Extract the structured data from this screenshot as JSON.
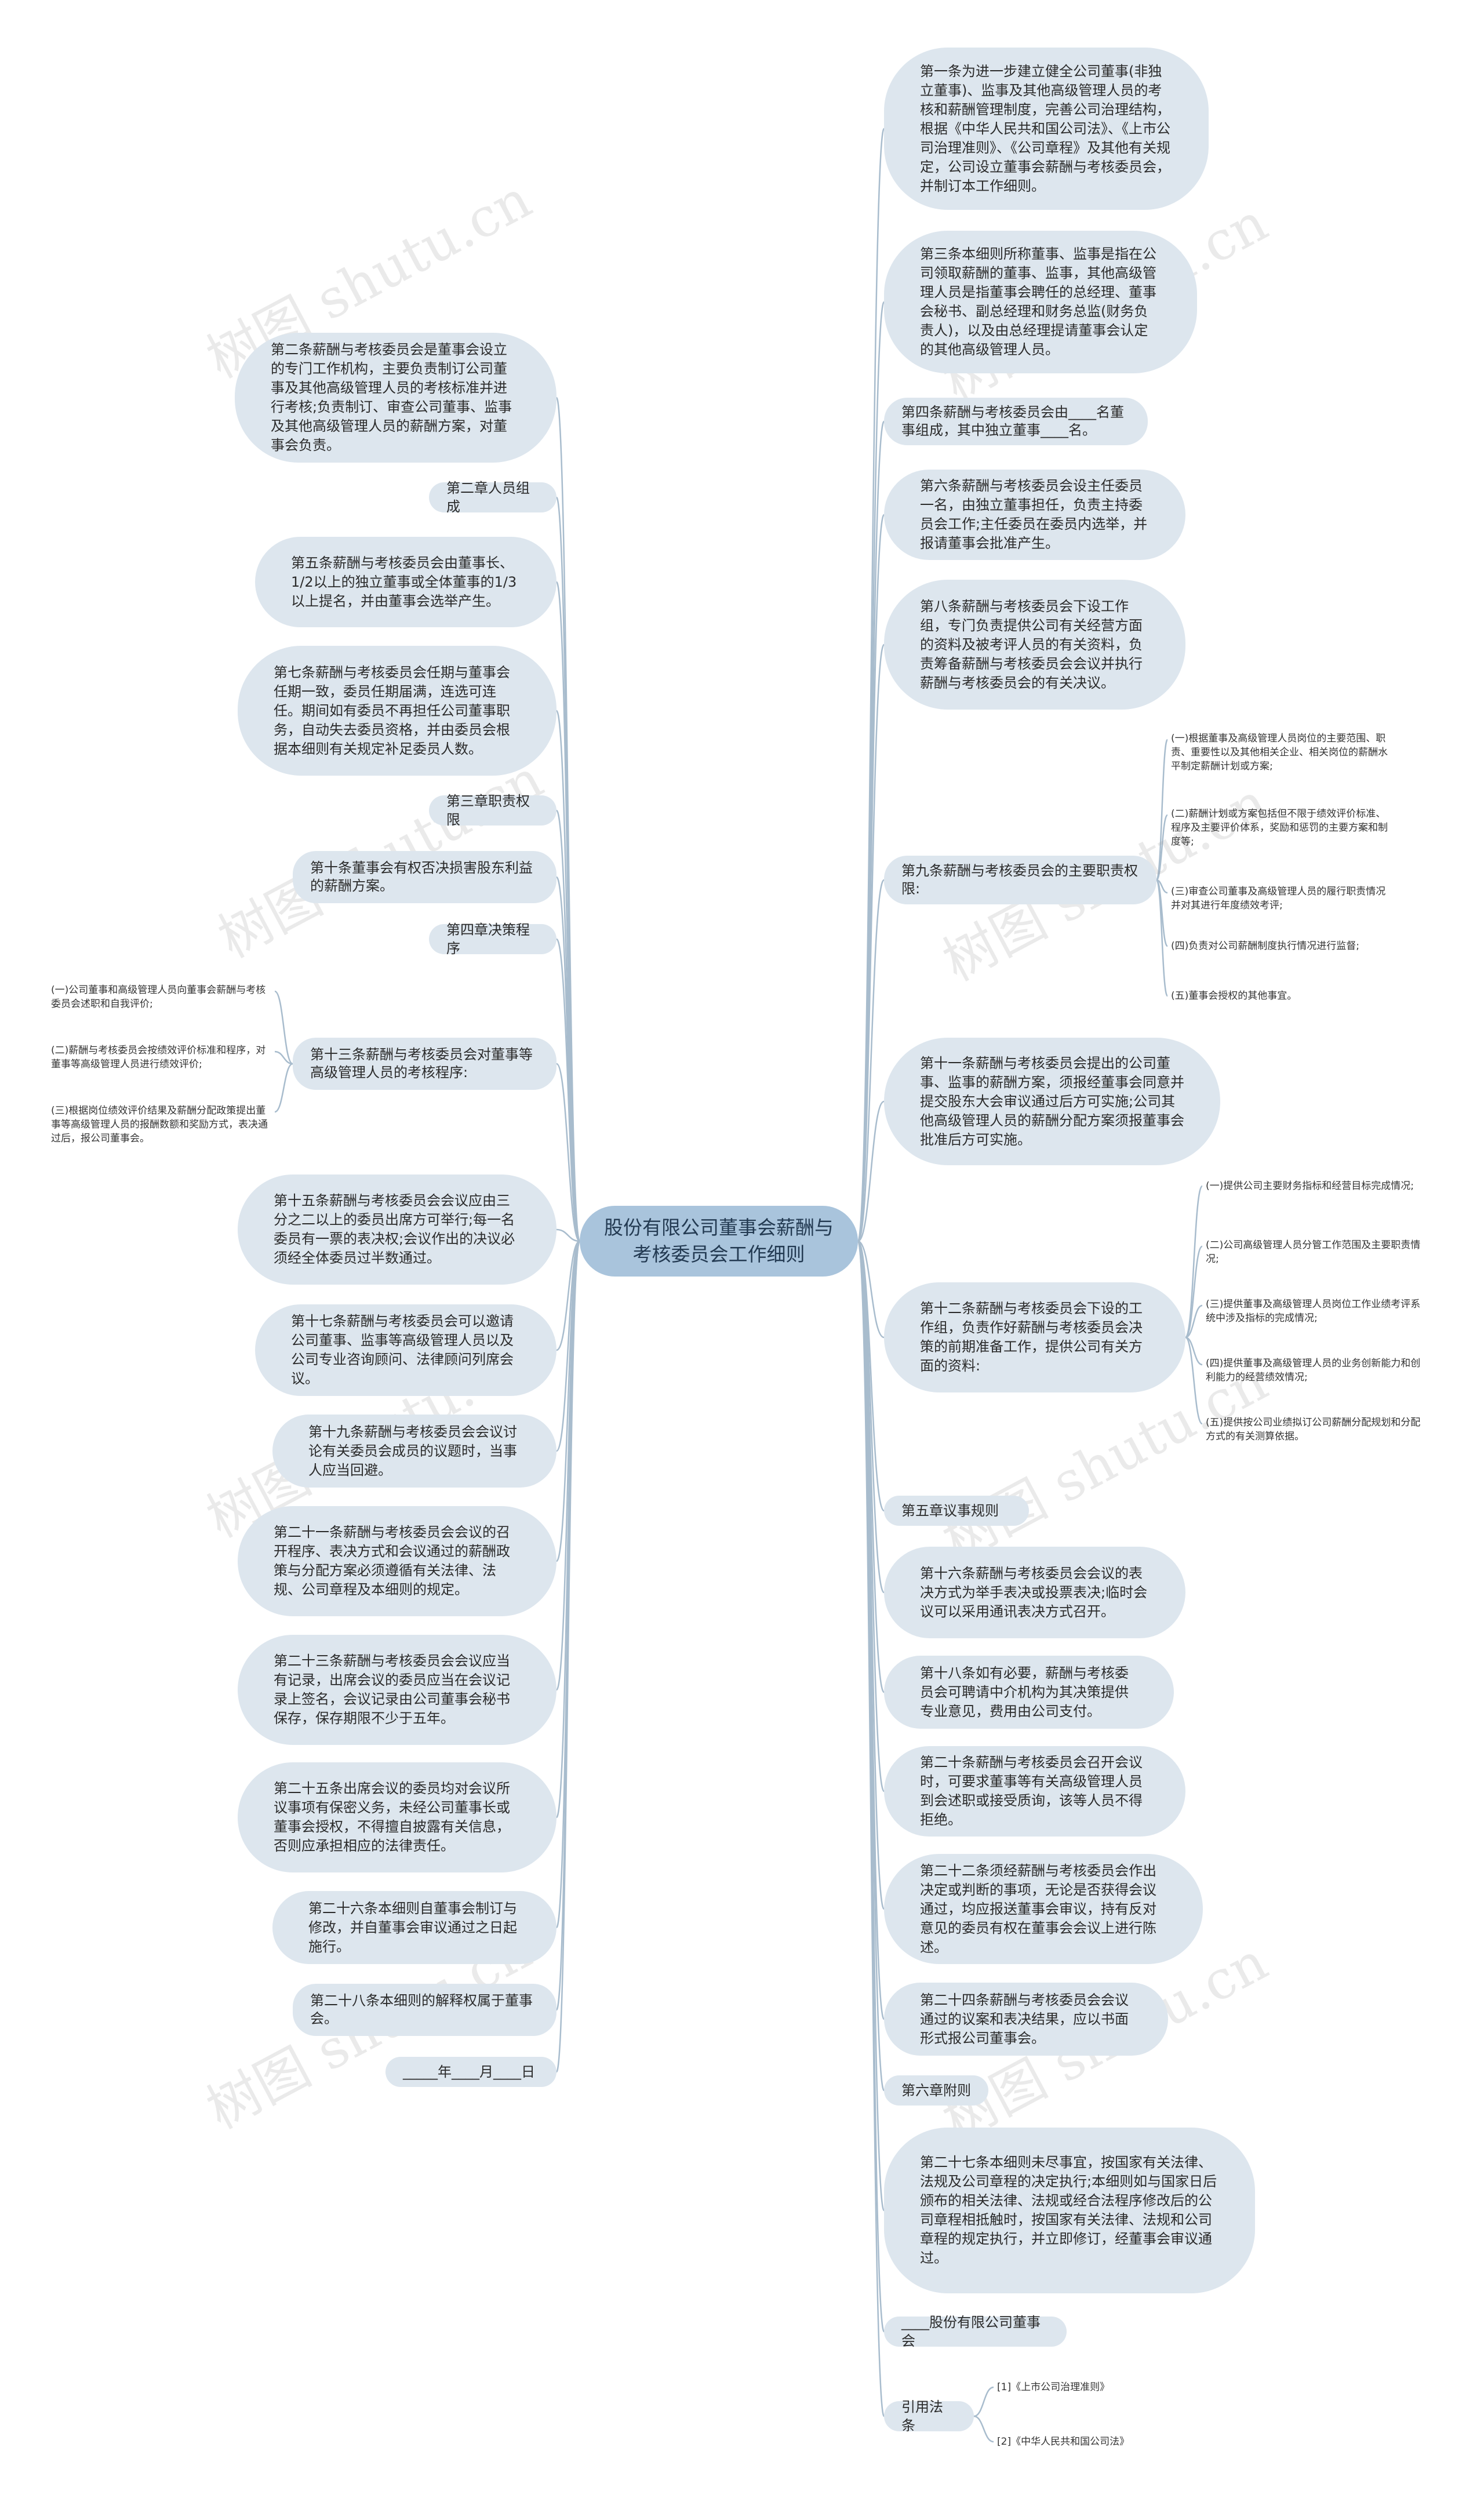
{
  "root": {
    "label": "股份有限公司董事会薪酬与考核委员会工作细则"
  },
  "colors": {
    "root_fill": "#a9c4dc",
    "node_fill": "#dde6ee",
    "line": "#a8bccd",
    "watermark": "#a0a0a0"
  },
  "watermark": "树图 shutu.cn",
  "right_branches": [
    {
      "label": "第一条为进一步建立健全公司董事(非独立董事)、监事及其他高级管理人员的考核和薪酬管理制度，完善公司治理结构，根据《中华人民共和国公司法》、《上市公司治理准则》、《公司章程》及其他有关规定，公司设立董事会薪酬与考核委员会，并制订本工作细则。",
      "children": []
    },
    {
      "label": "第三条本细则所称董事、监事是指在公司领取薪酬的董事、监事，其他高级管理人员是指董事会聘任的总经理、董事会秘书、副总经理和财务总监(财务负责人)，以及由总经理提请董事会认定的其他高级管理人员。",
      "children": []
    },
    {
      "label": "第四条薪酬与考核委员会由____名董事组成，其中独立董事____名。",
      "children": []
    },
    {
      "label": "第六条薪酬与考核委员会设主任委员一名，由独立董事担任，负责主持委员会工作;主任委员在委员内选举，并报请董事会批准产生。",
      "children": []
    },
    {
      "label": "第八条薪酬与考核委员会下设工作组，专门负责提供公司有关经营方面的资料及被考评人员的有关资料，负责筹备薪酬与考核委员会会议并执行薪酬与考核委员会的有关决议。",
      "children": []
    },
    {
      "label": "第九条薪酬与考核委员会的主要职责权限:",
      "children": [
        "(一)根据董事及高级管理人员岗位的主要范围、职责、重要性以及其他相关企业、相关岗位的薪酬水平制定薪酬计划或方案;",
        "(二)薪酬计划或方案包括但不限于绩效评价标准、程序及主要评价体系，奖励和惩罚的主要方案和制度等;",
        "(三)审查公司董事及高级管理人员的履行职责情况并对其进行年度绩效考评;",
        "(四)负责对公司薪酬制度执行情况进行监督;",
        "(五)董事会授权的其他事宜。"
      ]
    },
    {
      "label": "第十一条薪酬与考核委员会提出的公司董事、监事的薪酬方案，须报经董事会同意并提交股东大会审议通过后方可实施;公司其他高级管理人员的薪酬分配方案须报董事会批准后方可实施。",
      "children": []
    },
    {
      "label": "第十二条薪酬与考核委员会下设的工作组，负责作好薪酬与考核委员会决策的前期准备工作，提供公司有关方面的资料:",
      "children": [
        "(一)提供公司主要财务指标和经营目标完成情况;",
        "(二)公司高级管理人员分管工作范围及主要职责情况;",
        "(三)提供董事及高级管理人员岗位工作业绩考评系统中涉及指标的完成情况;",
        "(四)提供董事及高级管理人员的业务创新能力和创利能力的经营绩效情况;",
        "(五)提供按公司业绩拟订公司薪酬分配规划和分配方式的有关测算依据。"
      ]
    },
    {
      "label": "第五章议事规则",
      "children": []
    },
    {
      "label": "第十六条薪酬与考核委员会会议的表决方式为举手表决或投票表决;临时会议可以采用通讯表决方式召开。",
      "children": []
    },
    {
      "label": "第十八条如有必要，薪酬与考核委员会可聘请中介机构为其决策提供专业意见，费用由公司支付。",
      "children": []
    },
    {
      "label": "第二十条薪酬与考核委员会召开会议时，可要求董事等有关高级管理人员到会述职或接受质询，该等人员不得拒绝。",
      "children": []
    },
    {
      "label": "第二十二条须经薪酬与考核委员会作出决定或判断的事项，无论是否获得会议通过，均应报送董事会审议，持有反对意见的委员有权在董事会会议上进行陈述。",
      "children": []
    },
    {
      "label": "第二十四条薪酬与考核委员会会议通过的议案和表决结果，应以书面形式报公司董事会。",
      "children": []
    },
    {
      "label": "第六章附则",
      "children": []
    },
    {
      "label": "第二十七条本细则未尽事宜，按国家有关法律、法规及公司章程的决定执行;本细则如与国家日后颁布的相关法律、法规或经合法程序修改后的公司章程相抵触时，按国家有关法律、法规和公司章程的规定执行，并立即修订，经董事会审议通过。",
      "children": []
    },
    {
      "label": "____股份有限公司董事会",
      "children": []
    },
    {
      "label": "引用法条",
      "children": [
        "[1]《上市公司治理准则》",
        "[2]《中华人民共和国公司法》"
      ]
    }
  ],
  "left_branches": [
    {
      "label": "第二条薪酬与考核委员会是董事会设立的专门工作机构，主要负责制订公司董事及其他高级管理人员的考核标准并进行考核;负责制订、审查公司董事、监事及其他高级管理人员的薪酬方案，对董事会负责。",
      "children": []
    },
    {
      "label": "第二章人员组成",
      "children": []
    },
    {
      "label": "第五条薪酬与考核委员会由董事长、1/2以上的独立董事或全体董事的1/3以上提名，并由董事会选举产生。",
      "children": []
    },
    {
      "label": "第七条薪酬与考核委员会任期与董事会任期一致，委员任期届满，连选可连任。期间如有委员不再担任公司董事职务，自动失去委员资格，并由委员会根据本细则有关规定补足委员人数。",
      "children": []
    },
    {
      "label": "第三章职责权限",
      "children": []
    },
    {
      "label": "第十条董事会有权否决损害股东利益的薪酬方案。",
      "children": []
    },
    {
      "label": "第四章决策程序",
      "children": []
    },
    {
      "label": "第十三条薪酬与考核委员会对董事等高级管理人员的考核程序:",
      "children": [
        "(一)公司董事和高级管理人员向董事会薪酬与考核委员会述职和自我评价;",
        "(二)薪酬与考核委员会按绩效评价标准和程序，对董事等高级管理人员进行绩效评价;",
        "(三)根据岗位绩效评价结果及薪酬分配政策提出董事等高级管理人员的报酬数额和奖励方式，表决通过后，报公司董事会。"
      ]
    },
    {
      "label": "第十五条薪酬与考核委员会会议应由三分之二以上的委员出席方可举行;每一名委员有一票的表决权;会议作出的决议必须经全体委员过半数通过。",
      "children": []
    },
    {
      "label": "第十七条薪酬与考核委员会可以邀请公司董事、监事等高级管理人员以及公司专业咨询顾问、法律顾问列席会议。",
      "children": []
    },
    {
      "label": "第十九条薪酬与考核委员会会议讨论有关委员会成员的议题时，当事人应当回避。",
      "children": []
    },
    {
      "label": "第二十一条薪酬与考核委员会会议的召开程序、表决方式和会议通过的薪酬政策与分配方案必须遵循有关法律、法规、公司章程及本细则的规定。",
      "children": []
    },
    {
      "label": "第二十三条薪酬与考核委员会会议应当有记录，出席会议的委员应当在会议记录上签名，会议记录由公司董事会秘书保存，保存期限不少于五年。",
      "children": []
    },
    {
      "label": "第二十五条出席会议的委员均对会议所议事项有保密义务，未经公司董事长或董事会授权，不得擅自披露有关信息，否则应承担相应的法律责任。",
      "children": []
    },
    {
      "label": "第二十六条本细则自董事会制订与修改，并自董事会审议通过之日起施行。",
      "children": []
    },
    {
      "label": "第二十八条本细则的解释权属于董事会。",
      "children": []
    },
    {
      "label": "_____年____月____日",
      "children": []
    }
  ]
}
